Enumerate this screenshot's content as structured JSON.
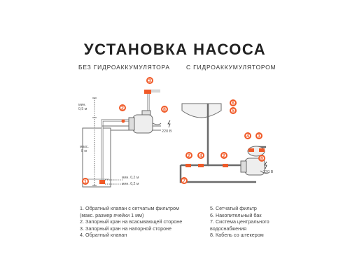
{
  "title": "УСТАНОВКА НАСОСА",
  "left_heading": "БЕЗ ГИДРОАККУМУЛЯТОРА",
  "right_heading": "С ГИДРОАККУМУЛЯТОРОМ",
  "labels": {
    "min_height": "мин.",
    "min_height_val": "0,5 м",
    "max_depth": "макс.",
    "max_depth_val": "8 м",
    "voltage": "220 В",
    "min_02_a": "мин. 0,2 м",
    "min_02_b": "мин. 0,2 м"
  },
  "markers": [
    "1",
    "2",
    "3",
    "4",
    "5",
    "6",
    "7",
    "8"
  ],
  "accent_color": "#f05a28",
  "line_color": "#6b6b6b",
  "legend_left": [
    "1.  Обратный клапан с сетчатым фильтром (макс. размер ячейки 1 мм)",
    "2.  Запорный кран на всасывающей стороне",
    "3.  Запорный кран на напорной стороне",
    "4.  Обратный клапан"
  ],
  "legend_right": [
    "5.  Сетчатый фильтр",
    "6.  Накопительный бак",
    "7.  Система центрального водоснабжения",
    "8.  Кабель со штекером"
  ]
}
